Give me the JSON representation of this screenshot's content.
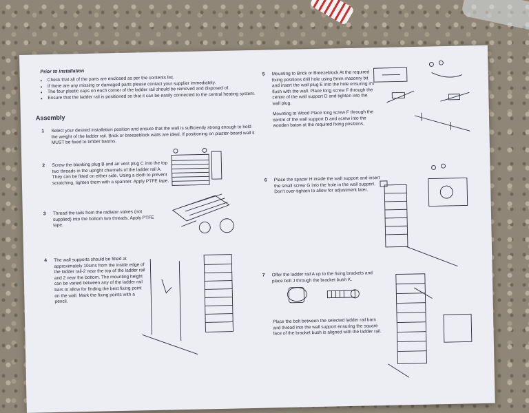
{
  "prior": {
    "heading": "Prior to installation",
    "bullets": [
      "Check that all of the parts are enclosed as per the contents list.",
      "If there are any missing or damaged parts please contact your supplier immediately.",
      "The four plastic caps on each corner of the ladder rail should be removed and disposed of.",
      "Ensure that the ladder rail is positioned so that it can be easily connected to the central heating system."
    ]
  },
  "assembly_heading": "Assembly",
  "steps": [
    {
      "n": "1",
      "text": "Select your desired installation position and ensure that the wall is sufficiently strong enough to hold the weight of the ladder rail.  Brick or breezeblock walls are ideal.  If positioning on plaster-board wall it MUST be fixed to timber batons."
    },
    {
      "n": "2",
      "text": "Screw the blanking plug B and air vent plug C into the top two threads in the upright channels of the ladder rail A.  They can be fitted on either side. Using a cloth to prevent scratching, tighten them with a spanner.  Apply PTFE tape."
    },
    {
      "n": "3",
      "text": "Thread the tails from the radiator valves (not supplied) into the bottom two threads. Apply PTFE tape."
    },
    {
      "n": "4",
      "text": "The wall supports should be fitted at approximately 10cms from the inside edge of the ladder rail-2 near the top of the ladder rail and 2 near the bottom. The mounting height can be varied between any of the ladder rail bars to allow for finding the best fixing point on the wall. Mark the fixing points with a pencil."
    },
    {
      "n": "5",
      "text": "Mounting to Brick or Breezeblock At the required fixing positions drill hole using 8mm masonry bit and insert the wall plug E into the hole ensuring it's flush with the wall.  Place long screw F through the centre of the wall support D and tighten into the wall plug."
    },
    {
      "n": "",
      "text": "Mounting to Wood Place long screw F through the centre of the wall support D and screw into the wooden baton at the required fixing positions."
    },
    {
      "n": "6",
      "text": "Place the spacer H inside the wall support and insert the small screw G into the hole in the wall support.  Don't over-tighten to allow for adjustment later."
    },
    {
      "n": "7",
      "text": "Offer the ladder rail A up to the fixing brackets and place bolt J through the bracket bush K."
    },
    {
      "n": "",
      "text": "Place the bolt between the selected ladder rail bars and thread into the wall support ensuring the square face of the bracket bush is aligned with the ladder rail."
    }
  ]
}
